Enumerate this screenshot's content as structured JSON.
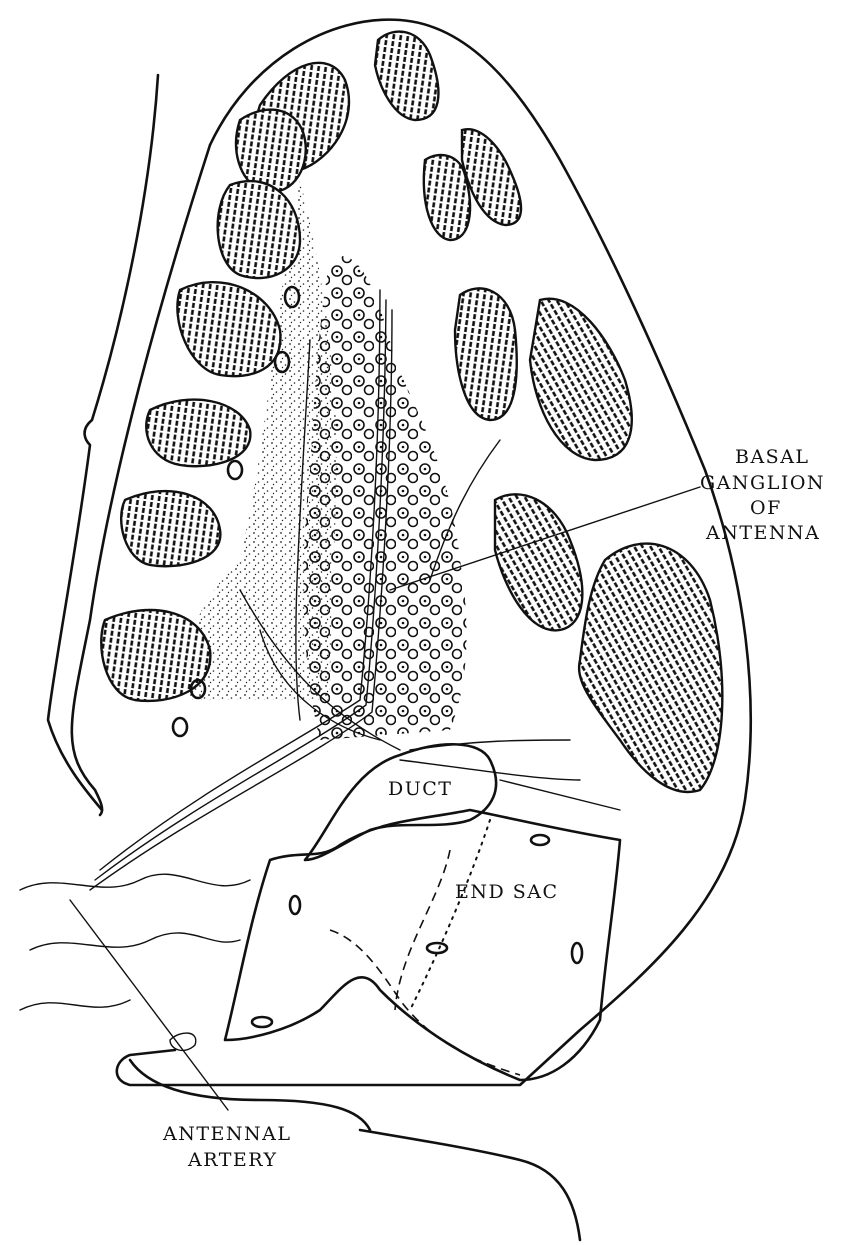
{
  "labels": {
    "basal_line1": "BASAL",
    "basal_line2": "GANGLION",
    "basal_line3": "OF",
    "basal_line4": "ANTENNA",
    "duct": "DUCT",
    "end_sac": "END SAC",
    "artery_line1": "ANTENNAL",
    "artery_line2": "ARTERY"
  },
  "colors": {
    "ink": "#111111",
    "paper": "#ffffff"
  }
}
